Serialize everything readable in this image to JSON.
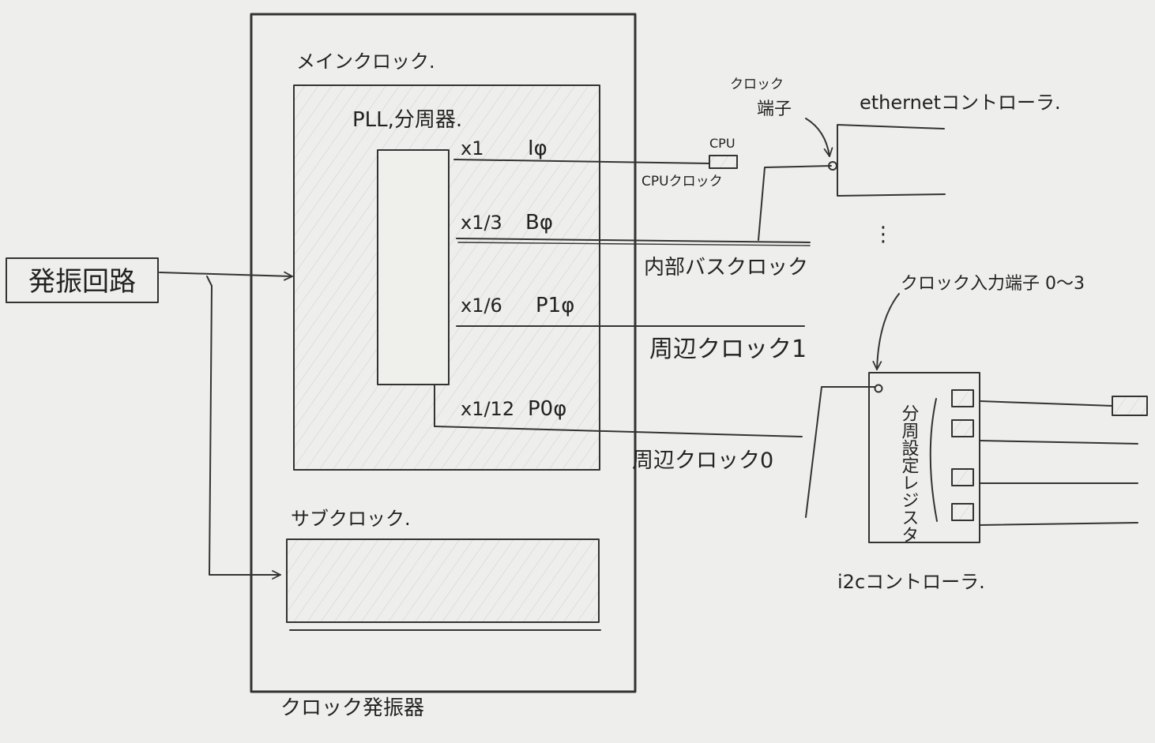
{
  "source": {
    "label": "発振回路"
  },
  "clock_generator": {
    "label": "クロック発振器",
    "main_clock": {
      "label": "メインクロック.",
      "pll_label": "PLL,分周器.",
      "rows": [
        {
          "ratio": "x1",
          "signal": "Iφ"
        },
        {
          "ratio": "x1/3",
          "signal": "Bφ"
        },
        {
          "ratio": "x1/6",
          "signal": "P1φ"
        },
        {
          "ratio": "x1/12",
          "signal": "P0φ"
        }
      ]
    },
    "sub_clock": {
      "label": "サブクロック."
    }
  },
  "signals": {
    "cpu_clock": "CPUクロック",
    "internal_bus_clock": "内部バスクロック",
    "peripheral_clock_1": "周辺クロック1",
    "peripheral_clock_0": "周辺クロック0"
  },
  "cpu": {
    "label": "CPU"
  },
  "ethernet": {
    "clock_terminal_label_line1": "クロック",
    "clock_terminal_label_line2": "端子",
    "label": "ethernetコントローラ.",
    "ellipsis": "⋮"
  },
  "i2c": {
    "input_terminal_label": "クロック入力端子 0～3",
    "register_label": "分周設定レジスタ",
    "label": "i2cコントローラ."
  }
}
